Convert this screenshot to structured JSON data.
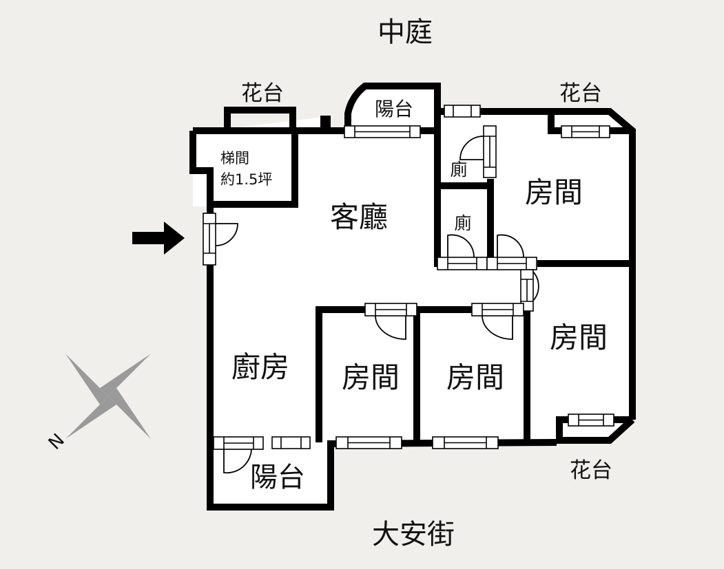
{
  "surroundings": {
    "north": "中庭",
    "south": "大安街"
  },
  "rooms": {
    "planter_top_left": "花台",
    "planter_top_right": "花台",
    "planter_bottom_right": "花台",
    "balcony_top": "陽台",
    "balcony_bottom": "陽台",
    "stair_line1": "梯間",
    "stair_line2": "約1.5坪",
    "toilet_upper": "廁",
    "toilet_lower": "廁",
    "living_room": "客廳",
    "kitchen": "廚房",
    "bedroom_top_right": "房間",
    "bedroom_right": "房間",
    "bedroom_bottom_left": "房間",
    "bedroom_bottom_middle": "房間"
  },
  "compass": {
    "north_letter": "N",
    "icon": "compass-rose-icon"
  },
  "entrance": {
    "icon": "entrance-arrow-icon"
  },
  "colors": {
    "background": "#f0efec",
    "wall": "#000000",
    "floor": "#ffffff"
  }
}
